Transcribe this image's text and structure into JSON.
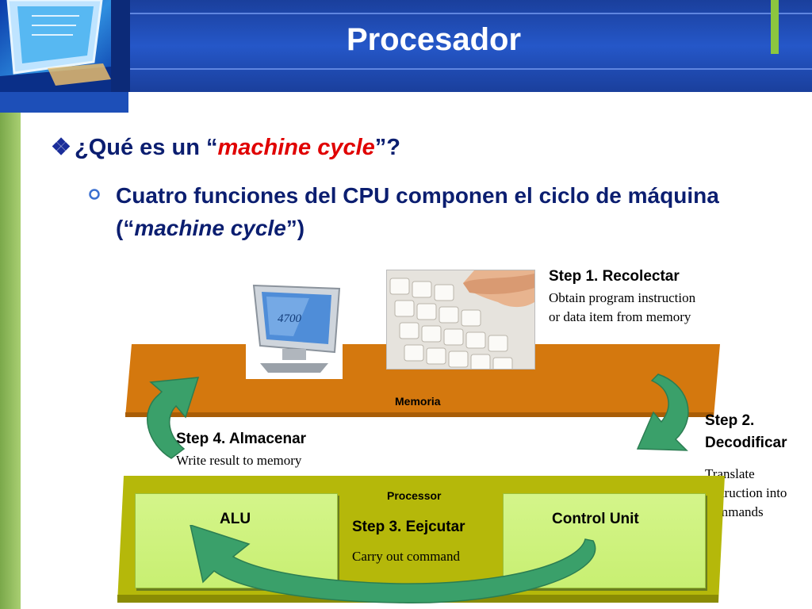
{
  "header": {
    "title": "Procesador"
  },
  "bullets": {
    "level1": {
      "prefix": "¿Qué es un “",
      "emphasis": "machine cycle",
      "suffix": "”?"
    },
    "level2": {
      "prefix": "Cuatro funciones del CPU componen el ciclo de máquina (“",
      "emphasis": "machine cycle",
      "suffix": "”)"
    }
  },
  "diagram": {
    "monitor_text": "4700",
    "memory_label": "Memoria",
    "processor_label": "Processor",
    "alu_label": "ALU",
    "control_unit_label": "Control Unit",
    "step1": {
      "title": "Step 1.  Recolectar",
      "desc_line1": "Obtain program instruction",
      "desc_line2": "or data item from memory"
    },
    "step2": {
      "title_line1": "Step 2.",
      "title_line2": "Decodificar",
      "desc_line1": "Translate",
      "desc_line2": "instruction into",
      "desc_line3": "commands"
    },
    "step3": {
      "title": "Step 3. Eejcutar",
      "desc": "Carry out command"
    },
    "step4": {
      "title": "Step 4. Almacenar",
      "desc": "Write result to memory"
    }
  },
  "colors": {
    "header_blue": "#2557c8",
    "memory_orange": "#d4780e",
    "processor_olive": "#b5b80a",
    "box_green": "#ccf07a",
    "arrow_green": "#3aa06a",
    "accent_green": "#8cc63f",
    "title_text": "#ffffff",
    "bullet_text": "#0b1e70",
    "emphasis_red": "#e00000"
  },
  "icons": [
    "computer-logo-icon",
    "diamond-bullet-icon",
    "circle-bullet-icon",
    "monitor-icon",
    "keyboard-photo-icon",
    "cycle-arrow-icon"
  ]
}
